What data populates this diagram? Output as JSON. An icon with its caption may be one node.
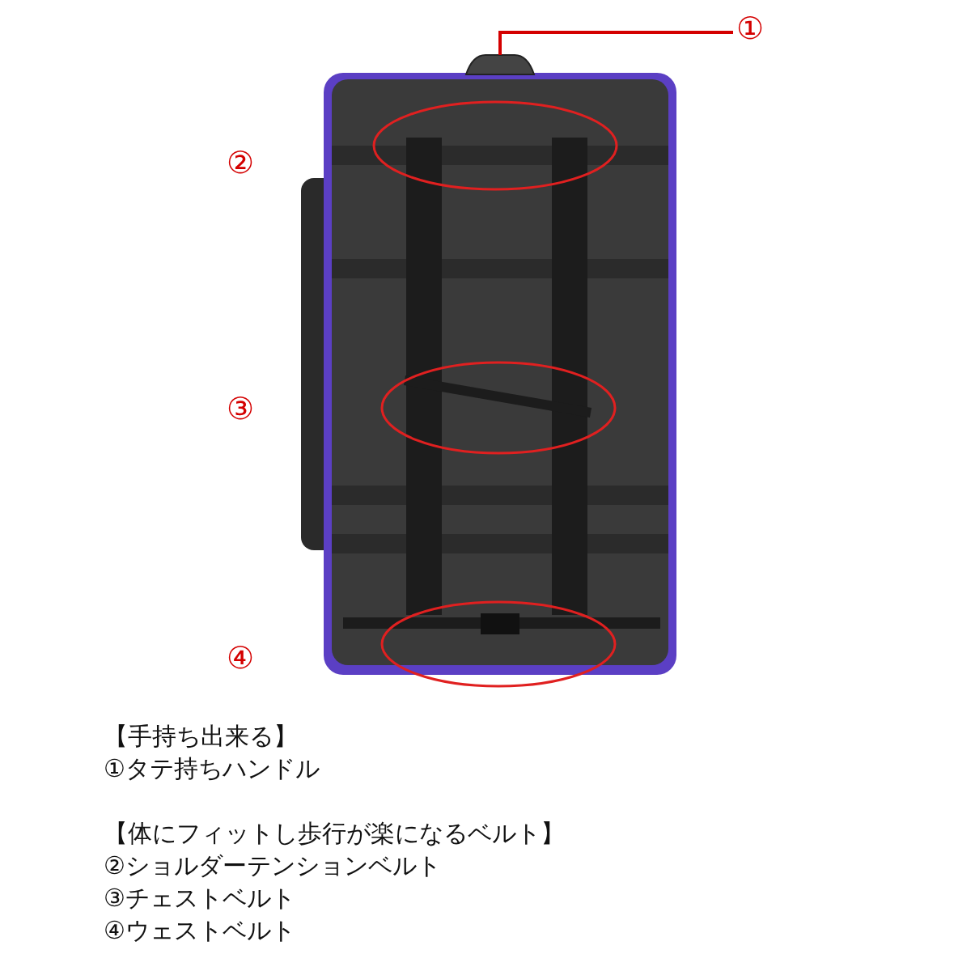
{
  "diagram": {
    "nodes": [
      {
        "text": [
          "①"
        ]
      },
      {
        "text": [],
        "shape": "bar"
      }
    ],
    "edges": [
      {
        "from": 0,
        "to": 1,
        "arrow": "none"
      }
    ],
    "labels": [
      "②",
      "③",
      "④",
      "【手持ち出来る】",
      "①タテ持ちハンドル",
      "【体にフィットし歩行が楽になるベルト】",
      "②ショルダーテンションベルト",
      "③チェストベルト",
      "④ウェストベルト"
    ]
  }
}
